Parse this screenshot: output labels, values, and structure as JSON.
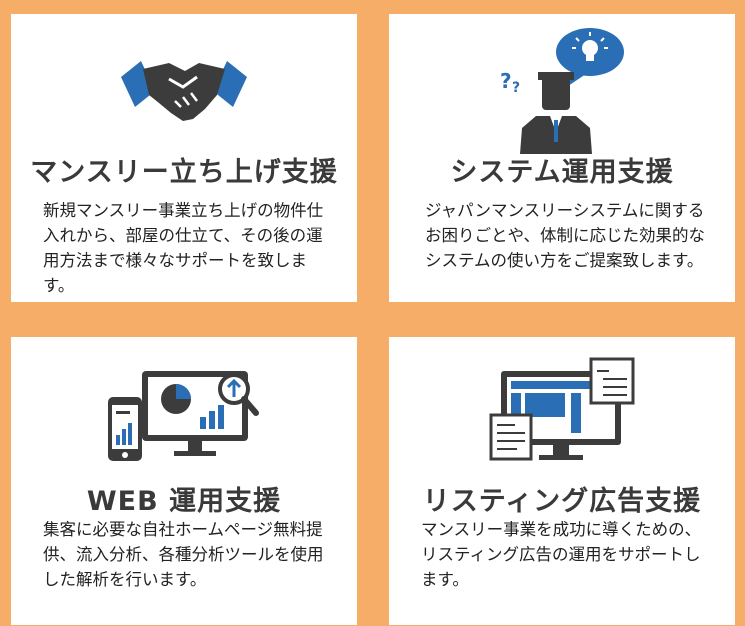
{
  "colors": {
    "background": "#f5ad67",
    "card": "#ffffff",
    "accent_blue": "#2a6fb5",
    "icon_dark": "#3c3c3c"
  },
  "services": [
    {
      "icon": "handshake-icon",
      "title": "マンスリー立ち上げ支援",
      "description": "新規マンスリー事業立ち上げの物件仕入れから、部屋の仕立て、その後の運用方法まで様々なサポートを致します。"
    },
    {
      "icon": "consultant-idea-icon",
      "title": "システム運用支援",
      "description": "ジャパンマンスリーシステムに関するお困りごとや、体制に応じた効果的なシステムの使い方をご提案致します。"
    },
    {
      "icon": "web-analytics-devices-icon",
      "title": "WEB 運用支援",
      "description": "集客に必要な自社ホームページ無料提供、流入分析、各種分析ツールを使用した解析を行います。"
    },
    {
      "icon": "listing-ad-monitor-icon",
      "title": "リスティング広告支援",
      "description": "マンスリー事業を成功に導くための、リスティング広告の運用をサポートします。"
    }
  ]
}
